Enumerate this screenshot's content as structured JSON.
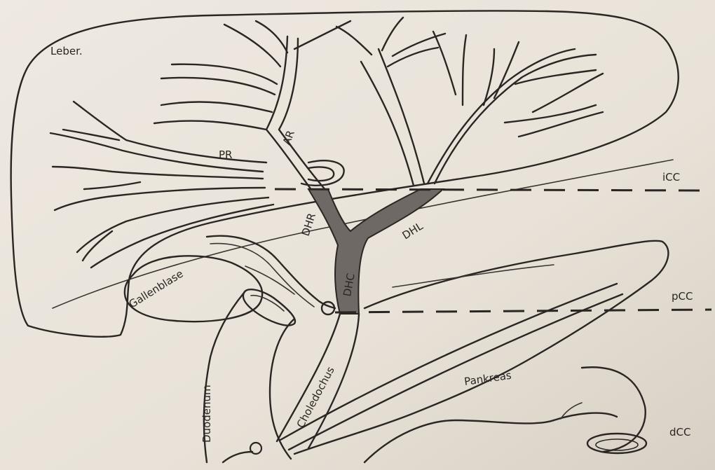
{
  "colors": {
    "paper": "#ebe6dd",
    "ink": "#2b2624",
    "shading": "#6e6965"
  },
  "labels": {
    "liver": "Leber.",
    "gallbladder": "Gallenblase",
    "duodenum": "Duodenum",
    "choledochus": "Choledochus",
    "pancreas": "Pankreas",
    "pr": "PR",
    "ar": "AR",
    "dhr": "DHR",
    "dhl": "DHL",
    "dhc": "DHC",
    "icc": "iCC",
    "pcc": "pCC",
    "dcc": "dCC"
  }
}
